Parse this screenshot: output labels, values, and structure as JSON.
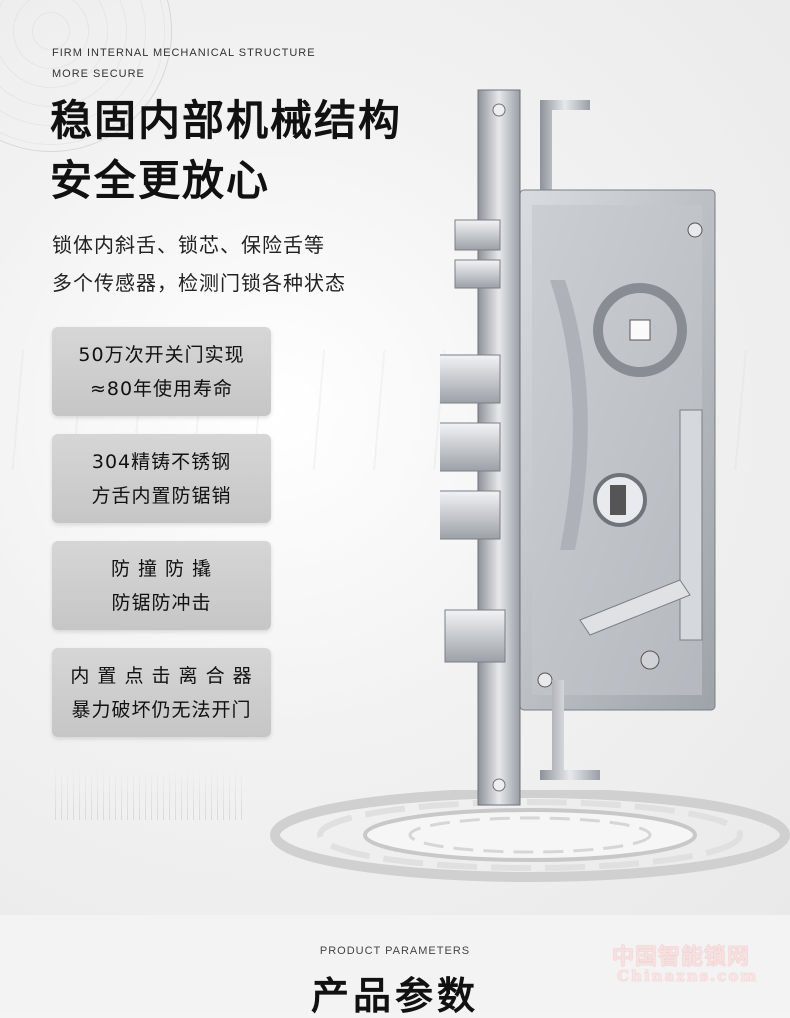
{
  "header": {
    "eyebrow_line1": "FIRM INTERNAL MECHANICAL STRUCTURE",
    "eyebrow_line2": "MORE SECURE",
    "title_line1": "稳固内部机械结构",
    "title_line2": "安全更放心",
    "sub_line1": "锁体内斜舌、锁芯、保险舌等",
    "sub_line2": "多个传感器，检测门锁各种状态"
  },
  "features": [
    {
      "line1": "50万次开关门实现",
      "line2": "≈80年使用寿命"
    },
    {
      "line1": "304精铸不锈钢",
      "line2": "方舌内置防锯销"
    },
    {
      "line1": "防 撞 防 撬",
      "line2": "防锯防冲击"
    },
    {
      "line1": "内 置 点 击 离 合 器",
      "line2": "暴力破坏仍无法开门"
    }
  ],
  "parameters": {
    "eyebrow": "PRODUCT PARAMETERS",
    "title": "产品参数"
  },
  "watermark": {
    "cn": "中国智能锁网",
    "en": "Chinazns.com"
  },
  "colors": {
    "card_bg": "#cccccc",
    "text": "#111111",
    "metal": "#b8bcc2"
  }
}
